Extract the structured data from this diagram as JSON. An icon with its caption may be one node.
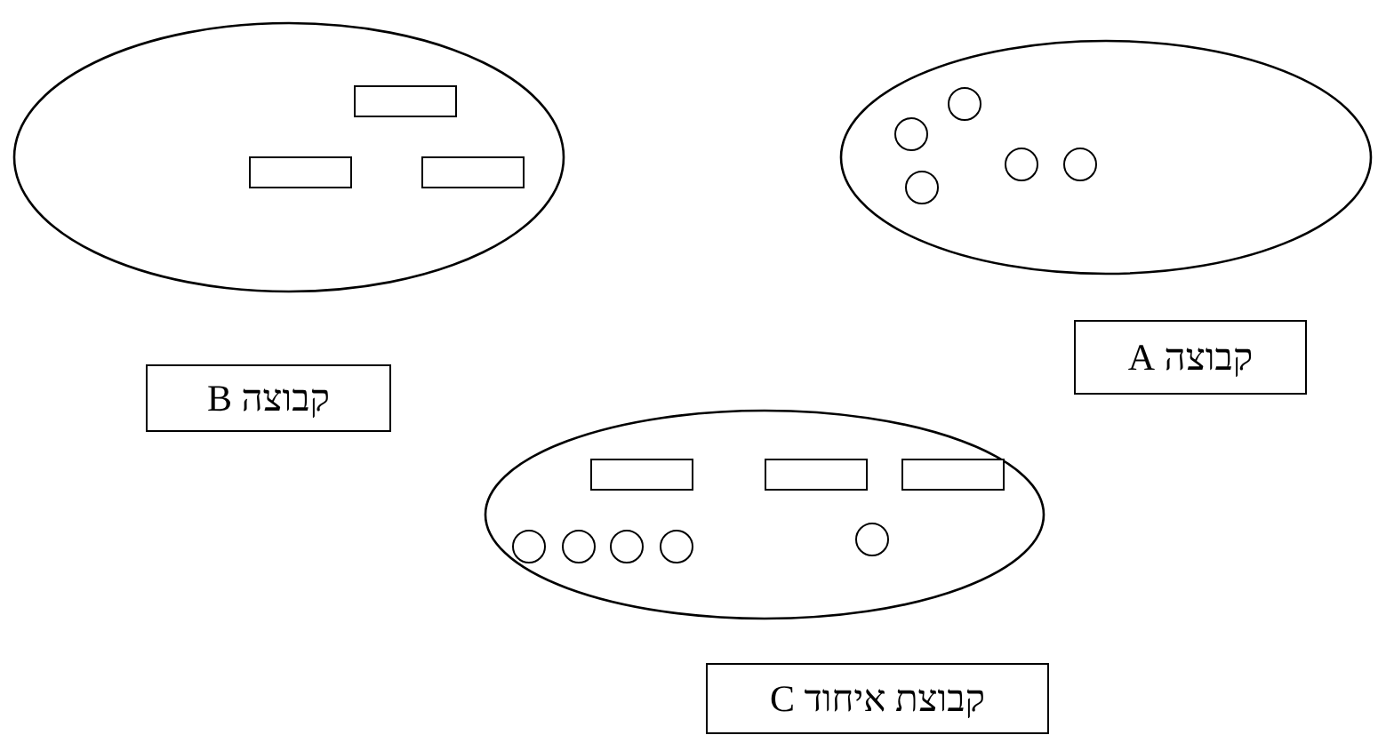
{
  "diagram": {
    "nodes": [
      {
        "text": [],
        "shape": "ellipse"
      },
      {
        "text": [],
        "shape": "box",
        "in": 0
      },
      {
        "text": [],
        "shape": "box",
        "in": 0
      },
      {
        "text": [],
        "shape": "box",
        "in": 0
      },
      {
        "text": [],
        "shape": "ellipse"
      },
      {
        "text": [],
        "shape": "circle",
        "in": 4
      },
      {
        "text": [],
        "shape": "circle",
        "in": 4
      },
      {
        "text": [],
        "shape": "circle",
        "in": 4
      },
      {
        "text": [],
        "shape": "circle",
        "in": 4
      },
      {
        "text": [],
        "shape": "circle",
        "in": 4
      },
      {
        "text": [
          "קבוצה A"
        ]
      },
      {
        "text": [
          "קבוצה B"
        ]
      },
      {
        "text": [],
        "shape": "ellipse"
      },
      {
        "text": [],
        "shape": "box",
        "in": 12
      },
      {
        "text": [],
        "shape": "box",
        "in": 12
      },
      {
        "text": [],
        "shape": "box",
        "in": 12
      },
      {
        "text": [],
        "shape": "circle",
        "in": 12
      },
      {
        "text": [],
        "shape": "circle",
        "in": 12
      },
      {
        "text": [],
        "shape": "circle",
        "in": 12
      },
      {
        "text": [],
        "shape": "circle",
        "in": 12
      },
      {
        "text": [],
        "shape": "circle",
        "in": 12
      },
      {
        "text": [
          "קבוצת איחוד C"
        ]
      }
    ]
  }
}
